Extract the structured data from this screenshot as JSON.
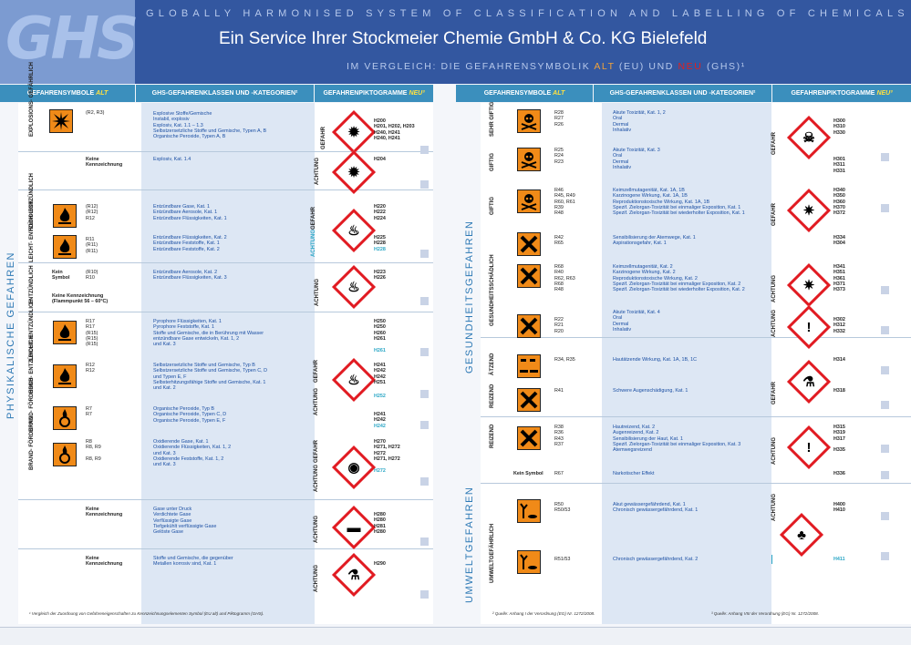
{
  "header": {
    "logo": "GHS",
    "top_line": "GLOBALLY HARMONISED SYSTEM OF CLASSIFICATION AND LABELLING OF CHEMICALS",
    "service": "Ein Service Ihrer Stockmeier Chemie GmbH & Co. KG Bielefeld",
    "compare_a": "IM VERGLEICH:   DIE GEFAHRENSYMBOLIK ",
    "compare_alt": "ALT",
    "compare_b": " (EU) UND ",
    "compare_neu": "NEU",
    "compare_c": " (GHS)¹"
  },
  "columns": {
    "c1": "GEFAHRENSYMBOLE ",
    "c1b": "ALT",
    "c2": "GHS-GEFAHRENKLASSEN UND -KATEGORIEN²",
    "c3": "GEFAHRENPIKTOGRAMME ",
    "c3b": "NEU³"
  },
  "sidebar": {
    "left": "PHYSIKALISCHE GEFAHREN",
    "right_top": "GESUNDHEITSGEFAHREN",
    "right_bottom": "UMWELTGEFAHREN"
  },
  "left": {
    "g1": {
      "label": "EXPLOSIONS-\nGEFÄHRLICH",
      "r": "(R2, R3)",
      "cls": "Explosive Stoffe/Gemische\n  Instabil, explosiv\n  Explosiv, Kat. 1.1 – 1.3\nSelbstzersetzliche Stoffe und Gemische, Typen A, B\nOrganische Peroxide, Typen A, B",
      "word": "GEFAHR",
      "h": "H200\nH201, H202, H203\nH240, H241\nH240, H241"
    },
    "g2": {
      "sym": "Keine\nKennzeichnung",
      "cls": "Explosiv, Kat. 1.4",
      "word": "ACHTUNG",
      "h": "H204"
    },
    "g3": {
      "label": "HOCH-\nENTZÜNDLICH",
      "r": "(R12)\n(R12)\nR12",
      "cls": "Entzündbare Gase, Kat. 1\nEntzündbare Aerosole, Kat. 1\nEntzündbare Flüssigkeiten, Kat. 1",
      "word": "GEFAHR",
      "h": "H220\nH222\nH224"
    },
    "g4": {
      "label": "LEICHT-\nENTZÜNDLICH",
      "r": "R11\n(R11)\n(R11)",
      "cls": "Entzündbare Flüssigkeiten, Kat. 2\nEntzündbare Feststoffe, Kat. 1\nEntzündbare Feststoffe, Kat. 2",
      "word": "ACHTUNG",
      "h": "H225\nH228",
      "hb": "H228"
    },
    "g5": {
      "label": "ENTZÜNDLICH",
      "sym": "Kein\nSymbol",
      "r": "(R10)\nR10",
      "note": "Keine Kennzeichnung\n(Flammpunkt 56 – 60°C)",
      "cls": "Entzündbare Aerosole, Kat. 2\nEntzündbare Flüssigkeiten, Kat. 3",
      "word": "ACHTUNG",
      "h": "H223\nH226"
    },
    "g6": {
      "label": "LEICHT-\nENTZÜNDLICH",
      "r": "R17\nR17\n(R15)\n(R15)\n(R15)",
      "cls": "Pyrophore Flüssigkeiten, Kat. 1\nPyrophore Feststoffe, Kat. 1\nStoffe und Gemische, die in Berührung mit Wasser\nentzündbare Gase entwickeln, Kat. 1, 2\nund Kat. 3",
      "h": "H250\nH250\nH260\nH261",
      "hb": "H261"
    },
    "g7": {
      "label": "HOCH-\nENTZÜNDLICH",
      "r": "R12\nR12",
      "cls": "Selbstzersetzliche Stoffe und Gemische, Typ B\nSelbstzersetzliche Stoffe und Gemische, Typen C, D\nund Typen E, F\nSelbsterhitzungsfähige Stoffe und Gemische, Kat. 1\nund Kat. 2",
      "word": "GEFAHR",
      "word2": "ACHTUNG",
      "h": "H241\nH242\nH242\nH251",
      "hb": "H252"
    },
    "g8": {
      "label": "BRAND-\nFÖRDERND",
      "r": "R7\nR7",
      "cls": "Organische Peroxide, Typ B\nOrganische Peroxide, Typen C, D\nOrganische Peroxide, Typen E, F",
      "h": "H241\nH242",
      "hb": "H242"
    },
    "g9": {
      "label": "BRAND-\nFÖRDERND",
      "r": "R8\nR8, R9\n\nR8, R9",
      "cls": "Oxidierende Gase, Kat. 1\nOxidierende Flüssigkeiten, Kat. 1, 2\nund Kat. 3\nOxidierende Feststoffe, Kat. 1, 2\nund Kat. 3",
      "word": "GEFAHR",
      "word2": "ACHTUNG",
      "h": "H270\nH271, H272\nH272\nH271, H272",
      "hb": "H272"
    },
    "g10": {
      "sym": "Keine\nKennzeichnung",
      "cls": "Gase unter Druck\n  Verdichtete Gase\n  Verflüssigte Gase\n  Tiefgekühlt verflüssigte Gase\n  Gelöste Gase",
      "word": "ACHTUNG",
      "h": "H280\nH280\nH281\nH280"
    },
    "g11": {
      "sym": "Keine\nKennzeichnung",
      "cls": "Stoffe und Gemische, die gegenüber\nMetallen korrosiv sind, Kat. 1",
      "word": "ACHTUNG",
      "h": "H290"
    },
    "footnote": "¹ Vergleich der Zuordnung von Gefahreneigenschaften zu Kennzeichnungselementen Symbol (EU alt) und Piktogramm (GHS)."
  },
  "right": {
    "r1": {
      "label": "SEHR\nGIFTIG",
      "r": "R28\nR27\nR26",
      "cls": "Akute Toxizität, Kat. 1, 2\n  Oral\n  Dermal\n  Inhalativ",
      "word": "GEFAHR",
      "h": "H300\nH310\nH330"
    },
    "r2": {
      "label": "GIFTIG",
      "r": "R25\nR24\nR23",
      "cls": "Akute Toxizität, Kat. 3\n  Oral\n  Dermal\n  Inhalativ",
      "h": "H301\nH311\nH331"
    },
    "r3": {
      "label": "GIFTIG",
      "r": "R46\nR45, R49\nR60, R61\nR39\nR48",
      "cls": "Keimzellmutagenität, Kat. 1A, 1B\nKarzinogene Wirkung, Kat. 1A, 1B\nReproduktionstoxische Wirkung, Kat. 1A, 1B\nSpezif. Zielorgan-Toxizität bei einmaliger Exposition, Kat. 1\nSpezif. Zielorgan-Toxizität bei wiederholter Exposition, Kat. 1",
      "word": "GEFAHR",
      "h": "H340\nH350\nH360\nH370\nH372"
    },
    "r4": {
      "r": "R42\nR65",
      "cls": "Sensibilisierung der Atemwege, Kat. 1\nAspirationsgefahr, Kat. 1",
      "h": "H334\nH304"
    },
    "r5": {
      "label": "GESUNDHEITSSCHÄDLICH",
      "r": "R68\nR40\nR62, R63\nR68\nR48",
      "cls": "Keimzellmutagenität, Kat. 2\nKarzinogene Wirkung, Kat. 2\nReproduktionstoxische Wirkung, Kat. 2\nSpezif. Zielorgan-Toxizität bei einmaliger Exposition, Kat. 2\nSpezif. Zielorgan-Toxizität bei wiederholter Exposition, Kat. 2",
      "word": "ACHTUNG",
      "h": "H341\nH351\nH361\nH371\nH373"
    },
    "r6": {
      "r": "R22\nR21\nR20",
      "cls": "Akute Toxizität, Kat. 4\n  Oral\n  Dermal\n  Inhalativ",
      "word": "ACHTUNG",
      "h": "H302\nH312\nH332"
    },
    "r7": {
      "label": "ÄTZEND",
      "r": "R34, R35",
      "cls": "Hautätzende Wirkung, Kat. 1A, 1B, 1C",
      "word": "GEFAHR",
      "h": "H314"
    },
    "r8": {
      "label": "REIZEND",
      "r": "R41",
      "cls": "Schwere Augenschädigung, Kat. 1",
      "h": "H318"
    },
    "r9": {
      "label": "REIZEND",
      "r": "R38\nR36\nR43\nR37",
      "cls": "Hautreizend, Kat. 2\nAugenreizend, Kat. 2\nSensibilisierung der Haut, Kat. 1\nSpezif. Zielorgan-Toxizität bei einmaliger Exposition, Kat. 3\n  Atemwegsreizend",
      "word": "ACHTUNG",
      "h": "H315\nH319\nH317\n\nH335"
    },
    "r10": {
      "sym": "Kein Symbol",
      "r": "R67",
      "cls": "  Narkotischer Effekt",
      "h": "H336"
    },
    "r11": {
      "label": "UMWELTGEFÄHRLICH",
      "r": "R50\nR50/53",
      "cls": "Akut gewässergefährdend, Kat. 1\nChronisch gewässergefährdend, Kat. 1",
      "word": "ACHTUNG",
      "h": "H400\nH410"
    },
    "r12": {
      "r": "R51/53",
      "cls": "Chronisch gewässergefährdend, Kat. 2",
      "hb": "H411"
    },
    "footnote2": "² Quelle: Anhang I der Verordnung (EG) Nr. 1272/2008.",
    "footnote3": "³ Quelle: Anhang VIII der Verordnung (EG) Nr. 1272/2008."
  }
}
